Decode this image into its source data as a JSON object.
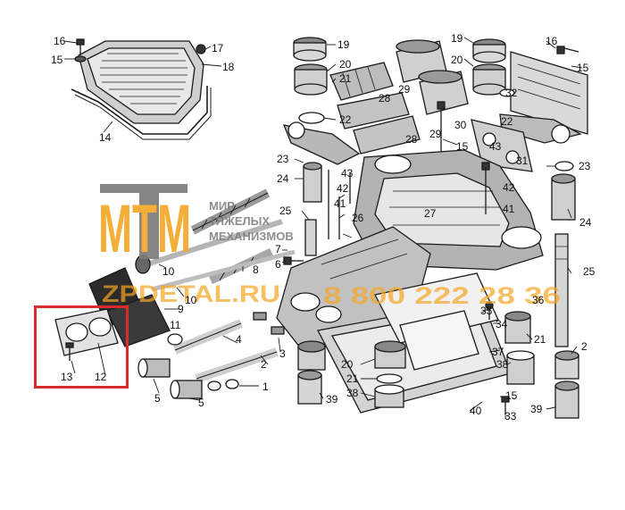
{
  "colors": {
    "ink": "#1a1a1a",
    "highlight": "#d92c2c",
    "watermark_orange": "#f5a623",
    "watermark_grey": "#7a7a7a"
  },
  "watermark": {
    "logo_letters": "МТМ",
    "line1": "МИР",
    "line2": "ТЯЖЕЛЫХ",
    "line3": "МЕХАНИЗМОВ",
    "site": "ZPDETAL.RU",
    "phone": "8 800 222 28 36"
  },
  "callouts": {
    "l16a": "16",
    "l15a": "15",
    "l17a": "17",
    "l18": "18",
    "l14": "14",
    "l19a": "19",
    "l20a": "20",
    "l21a": "21",
    "l22a": "22",
    "l28a": "28",
    "l29a": "29",
    "l19b": "19",
    "l20b": "20",
    "l32": "32",
    "l16b": "16",
    "l15b": "15",
    "l22b": "22",
    "l30": "30",
    "l28b": "28",
    "l29b": "29",
    "l15c": "15",
    "l43a": "43",
    "l31": "31",
    "l23a": "23",
    "l23b": "23",
    "l24a": "24",
    "l43b": "43",
    "l42a": "42",
    "l42b": "42",
    "l41a": "41",
    "l41b": "41",
    "l26": "26",
    "l27": "27",
    "l24b": "24",
    "l25a": "25",
    "l25b": "25",
    "l10a": "10",
    "l10b": "10",
    "l7": "7",
    "l6": "6",
    "l8": "8",
    "l9": "9",
    "l11": "11",
    "l13": "13",
    "l12": "12",
    "l4": "4",
    "l3": "3",
    "l2a": "2",
    "l1": "1",
    "l5a": "5",
    "l5b": "5",
    "l20c": "20",
    "l21b": "21",
    "l38a": "38",
    "l39a": "39",
    "l40": "40",
    "l33": "33",
    "l15d": "15",
    "l38b": "38",
    "l37": "37",
    "l34": "34",
    "l35": "35",
    "l36": "36",
    "l21c": "21",
    "l2b": "2",
    "l39b": "39"
  }
}
